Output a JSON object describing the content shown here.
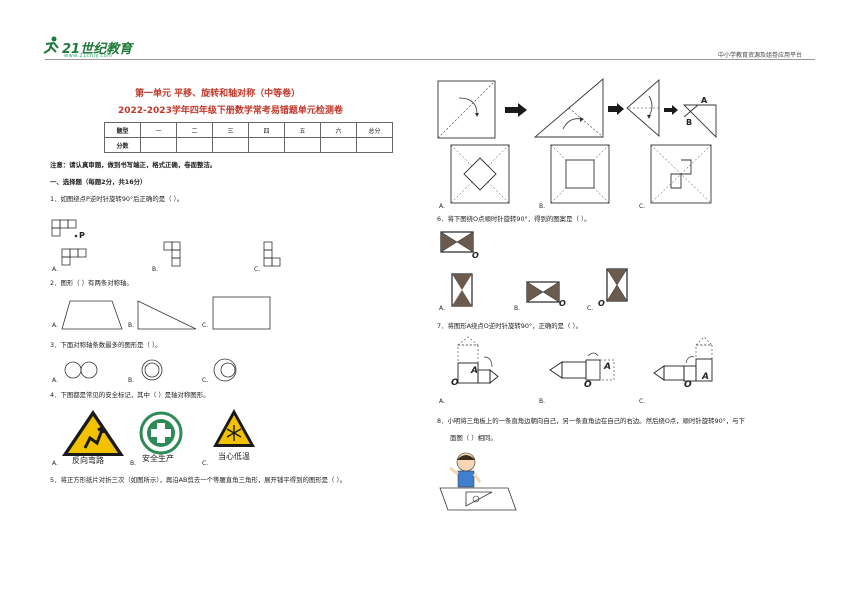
{
  "header": {
    "logo_text": "21世纪教育",
    "logo_sub": "www.21cnjy.com",
    "right_text": "中小学教育资源及组卷应用平台"
  },
  "title": {
    "line1": "第一单元  平移、旋转和轴对称（中等卷）",
    "line2": "2022-2023学年四年级下册数学常考易错题单元检测卷"
  },
  "score_table": {
    "header": [
      "题型",
      "一",
      "二",
      "三",
      "四",
      "五",
      "六",
      "总分"
    ],
    "row_label": "分数"
  },
  "notice": "注意：请认真审题，做到书写端正，格式正确，卷面整洁。",
  "section1": "一、选择题（每题2分，共16分）",
  "q1": {
    "text": "1．如图绕点P逆时针旋转90°后正确的是（    ）。",
    "p_label": "P",
    "opts": [
      "A.",
      "B.",
      "C."
    ]
  },
  "q2": {
    "text": "2．图形（    ）有两条对称轴。",
    "opts": [
      "A.",
      "B.",
      "C."
    ]
  },
  "q3": {
    "text": "3．下面对称轴条数最多的图形是（    ）。",
    "opts": [
      "A.",
      "B.",
      "C."
    ]
  },
  "q4": {
    "text": "4．下图都是常见的安全标记，其中（    ）是轴对称图形。",
    "opts": [
      "A.",
      "B.",
      "C."
    ],
    "signs": [
      "反向弯路",
      "安全生产",
      "当心低温"
    ]
  },
  "q5": {
    "text": "5．将正方形纸片对折三次（如图所示），再沿AB剪去一个等腰直角三角形，展开铺平得到的图形是（    ）。",
    "label_a": "A",
    "label_b": "B",
    "opts": [
      "A.",
      "B.",
      "C."
    ]
  },
  "q6": {
    "text": "6．将下图绕O点顺时针旋转90°，得到的图案是（    ）。",
    "o_label": "O",
    "opts": [
      "A.",
      "B.",
      "C."
    ]
  },
  "q7": {
    "text": "7．将图形A绕点O逆时针旋转90°，正确的是（    ）。",
    "a_label": "A",
    "o_label": "O",
    "opts": [
      "A.",
      "B.",
      "C."
    ]
  },
  "q8": {
    "line1": "8．小明将三角板上的一条直角边朝向自己，另一条直角边在自己的右边。然后绕O点，顺时针旋转90°，与下",
    "line2": "面图（    ）相同。"
  },
  "colors": {
    "title_red": "#c0392b",
    "sign_yellow": "#f2c100",
    "safety_green": "#2e8b57",
    "logo_green": "#1e7a3a"
  }
}
